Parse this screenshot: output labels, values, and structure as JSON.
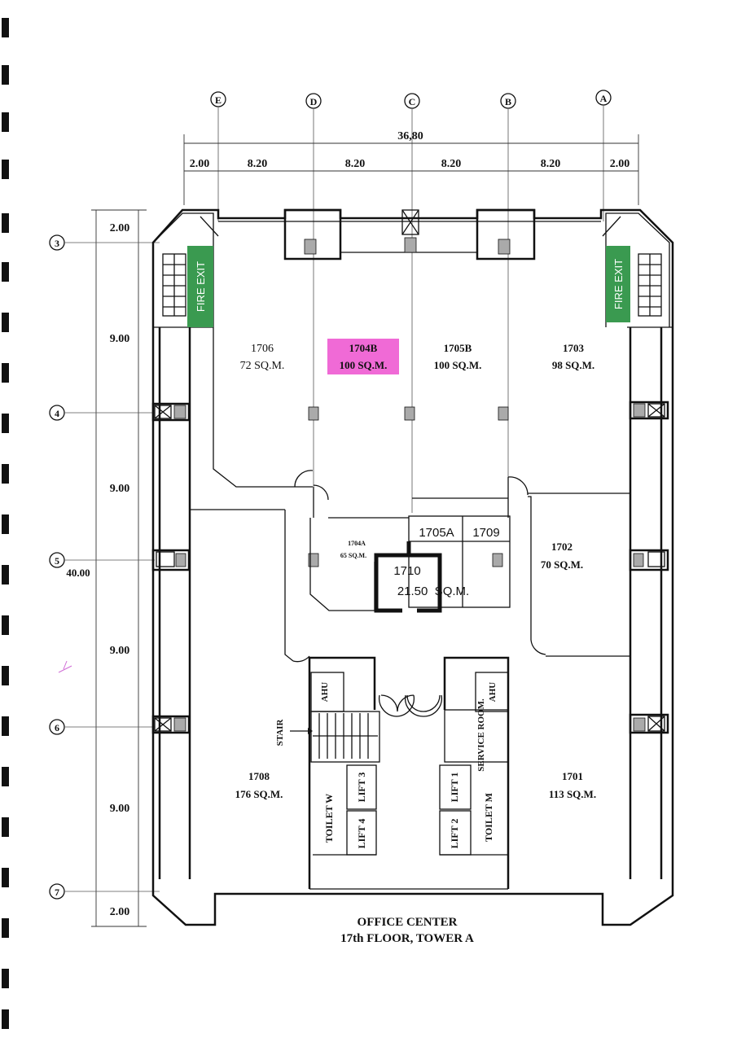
{
  "dimensions": {
    "total_width": "36,80",
    "bays": [
      "2.00",
      "8.20",
      "8.20",
      "8.20",
      "8.20",
      "2.00"
    ],
    "total_height": "40.00",
    "rows": [
      "2.00",
      "9.00",
      "9.00",
      "9.00",
      "9.00",
      "2.00"
    ]
  },
  "grid": {
    "columns": [
      "E",
      "D",
      "C",
      "B",
      "A"
    ],
    "rows": [
      "3",
      "4",
      "5",
      "6",
      "7"
    ]
  },
  "fire_exit_label": "FIRE EXIT",
  "fire_exit_color": "#3a9a50",
  "highlight_color": "#f06ad6",
  "units": [
    {
      "number": "1706",
      "area": "72 SQ.M."
    },
    {
      "number": "1704B",
      "area": "100 SQ.M."
    },
    {
      "number": "1705B",
      "area": "100 SQ.M."
    },
    {
      "number": "1703",
      "area": "98 SQ.M."
    },
    {
      "number": "1704A",
      "area": "65 SQ.M."
    },
    {
      "number": "1705A",
      "area": ""
    },
    {
      "number": "1709",
      "area": ""
    },
    {
      "number": "1710",
      "area": "21.50  SQ.M."
    },
    {
      "number": "1702",
      "area": "70 SQ.M."
    },
    {
      "number": "1708",
      "area": "176 SQ.M."
    },
    {
      "number": "1701",
      "area": "113 SQ.M."
    }
  ],
  "core": {
    "ahu_left": "AHU",
    "ahu_right": "AHU",
    "stair": "STAIR",
    "service_room": "SERVICE ROOM.",
    "toilet_w": "TOILET W",
    "toilet_m": "TOILET M",
    "lift_1": "LIFT 1",
    "lift_2": "LIFT 2",
    "lift_3": "LIFT 3",
    "lift_4": "LIFT 4"
  },
  "caption": {
    "line1": "OFFICE CENTER",
    "line2": "17th FLOOR, TOWER A"
  }
}
